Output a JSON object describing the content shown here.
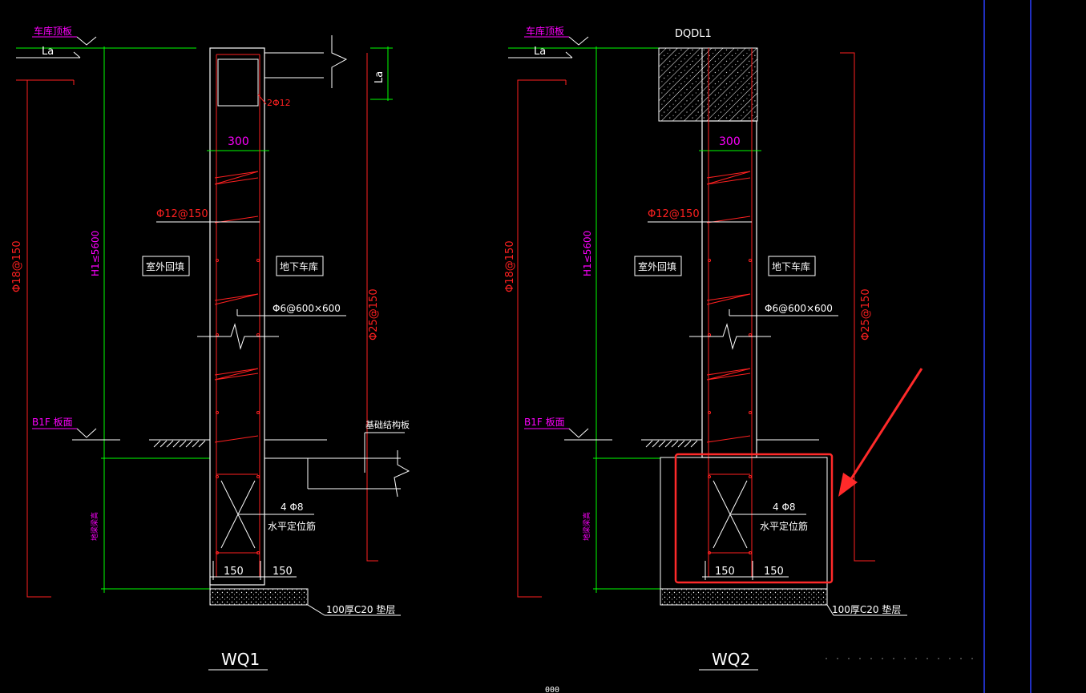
{
  "colors": {
    "background": "#000000",
    "outline": "#ffffff",
    "rebar": "#ff2020",
    "dimension": "#00ff00",
    "label_magenta": "#ff00ff",
    "note_blue": "#0000ff",
    "highlight": "#ff2a2a"
  },
  "wq1": {
    "title": "WQ1",
    "roof_label": "车库顶板",
    "la": "La",
    "dim_width": "300",
    "rebar_top": "2Φ12",
    "rebar_horiz": "Φ12@150",
    "rebar_left_vert": "Φ18@150",
    "height_label": "H1≤5600",
    "outside_label": "室外回填",
    "inside_label": "地下车库",
    "tie": "Φ6@600×600",
    "rebar_right_vert": "Φ25@150",
    "b1f_label": "B1F 板面",
    "foundation_label": "基础结构板",
    "beam_height": "地梁梁高",
    "locator_count": "4 Φ8",
    "locator_label": "水平定位筋",
    "dim_left": "150",
    "dim_right": "150",
    "cushion": "100厚C20 垫层"
  },
  "wq2": {
    "title": "WQ2",
    "beam_label": "DQDL1",
    "roof_label": "车库顶板",
    "la": "La",
    "dim_width": "300",
    "rebar_horiz": "Φ12@150",
    "rebar_left_vert": "Φ18@150",
    "height_label": "H1≤5600",
    "outside_label": "室外回填",
    "inside_label": "地下车库",
    "tie": "Φ6@600×600",
    "rebar_right_vert": "Φ25@150",
    "b1f_label": "B1F 板面",
    "beam_height": "地梁梁高",
    "locator_count": "4 Φ8",
    "locator_label": "水平定位筋",
    "dim_left": "150",
    "dim_right": "150",
    "cushion": "100厚C20 垫层"
  },
  "bottom_text": "000"
}
